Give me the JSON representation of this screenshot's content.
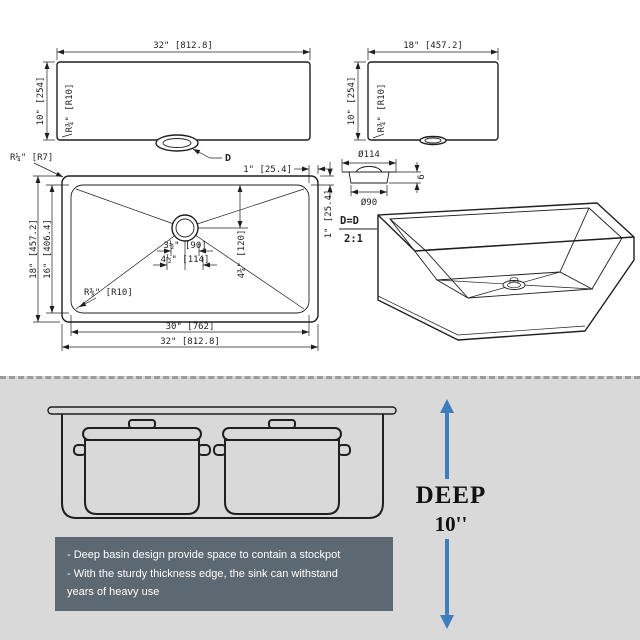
{
  "colors": {
    "line": "#1f1f1f",
    "bottom_background": "#d9d9d9",
    "note_box_background": "#5c6872",
    "arrow_blue": "#3e7dbe"
  },
  "front_view": {
    "width": "32\" [812.8]",
    "height": "10\" [254]",
    "radius": "R¾\" [R10]",
    "drain_label": "D"
  },
  "side_view": {
    "width": "18\" [457.2]",
    "height": "10\" [254]",
    "radius": "R¾\" [R10]"
  },
  "top_view": {
    "corner_radius": "R¼\" [R7]",
    "rim_top": "1\" [25.4]",
    "rim_right": "1\" [25.4]",
    "outer_height": "18\" [457.2]",
    "inner_height": "16\" [406.4]",
    "drain_offset": "4¾\" [120]",
    "drain_dim_1": "3½\" [90]",
    "drain_dim_2": "4½\" [114]",
    "inner_radius": "R⅜\" [R10]",
    "inner_width": "30\" [762]",
    "outer_width": "32\" [812.8]"
  },
  "drain_detail": {
    "outer_diameter": "Ø114",
    "inner_diameter": "Ø90",
    "depth": "6",
    "section_label": "D=D",
    "scale": "2:1"
  },
  "feature": {
    "deep_word": "DEEP",
    "deep_value": "10''",
    "note_lines": [
      "- Deep basin design provide space to contain a stockpot",
      "- With the sturdy thickness edge, the sink can withstand",
      "years of heavy use"
    ]
  }
}
